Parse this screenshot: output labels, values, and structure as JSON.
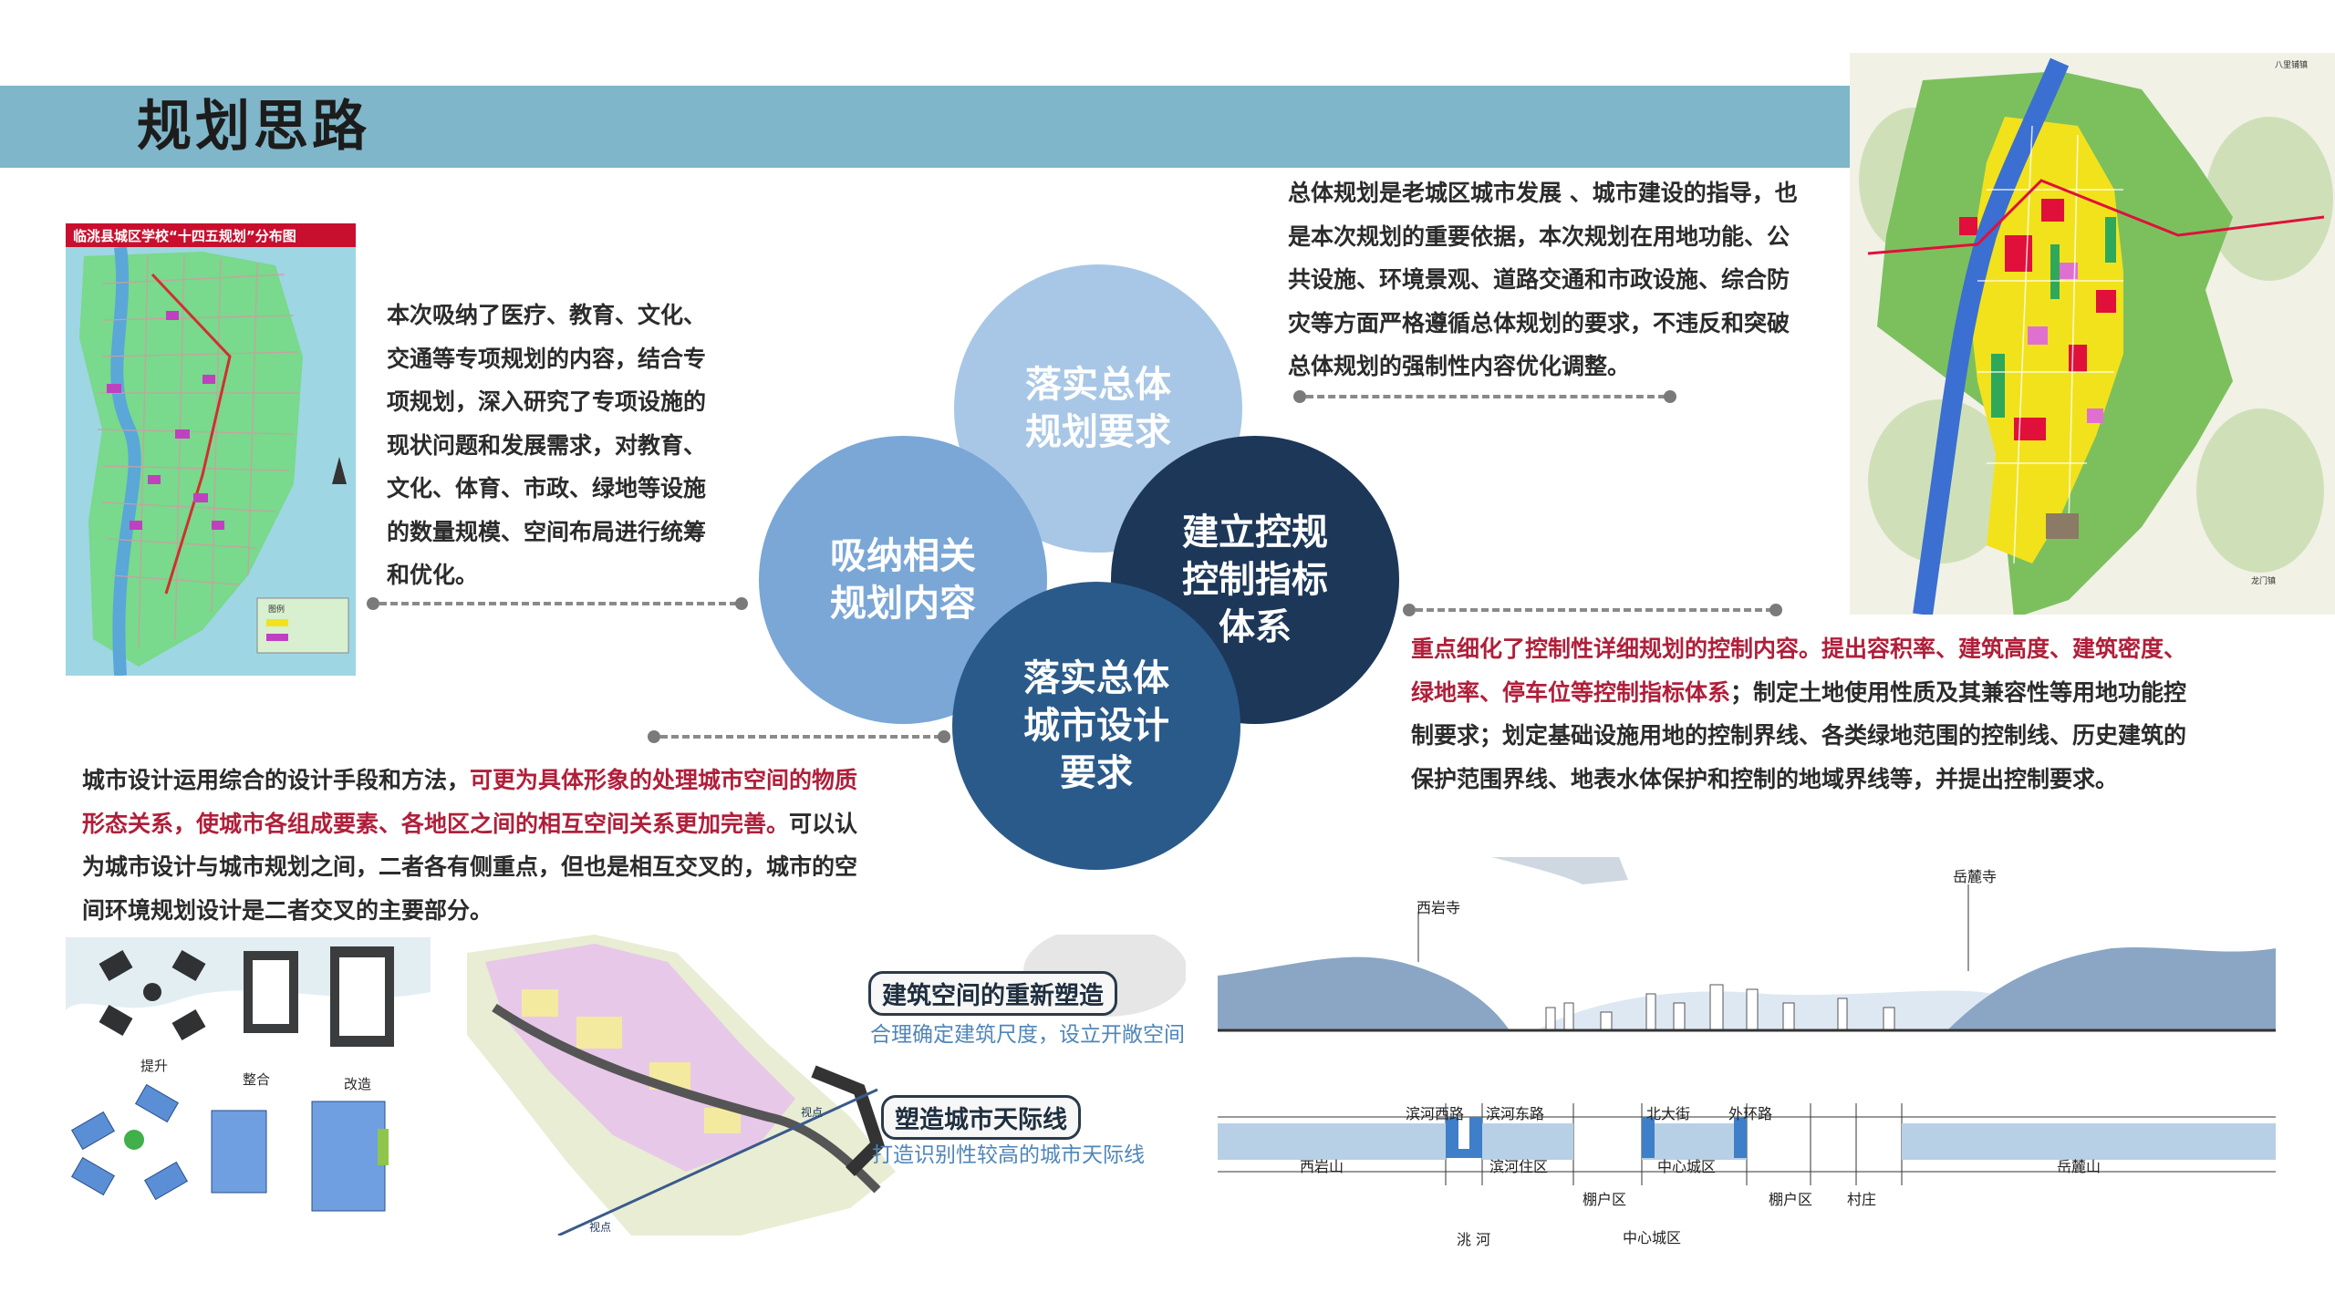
{
  "header": {
    "title": "规划思路"
  },
  "map_left": {
    "title": "临洮县城区学校“十四五规划”分布图",
    "legend_title": "图例"
  },
  "para_left": {
    "lines": [
      "本次吸纳了医疗、教育、文化、",
      "交通等专项规划的内容，结合专",
      "项规划，深入研究了专项设施的",
      "现状问题和发展需求，对教育、",
      "文化、体育、市政、绿地等设施",
      "的数量规模、空间布局进行统筹",
      "和优化。"
    ]
  },
  "para_top_right": {
    "lines": [
      "总体规划是老城区城市发展 、城市建设的指导，也",
      "是本次规划的重要依据，本次规划在用地功能、公",
      "共设施、环境景观、道路交通和市政设施、综合防",
      "灾等方面严格遵循总体规划的要求，不违反和突破",
      "总体规划的强制性内容优化调整。"
    ]
  },
  "para_right": {
    "line1_red": "重点细化了控制性详细规划的控制内容。提出容积率、建筑高度、建筑密度、",
    "line2_red": "绿地率、停车位等控制指标体系",
    "line2_black": "；制定土地使用性质及其兼容性等用地功能控",
    "line3": "制要求；划定基础设施用地的控制界线、各类绿地范围的控制线、历史建筑的",
    "line4": "保护范围界线、地表水体保护和控制的地域界线等，并提出控制要求。"
  },
  "para_bottom_left": {
    "line1_black": "城市设计运用综合的设计手段和方法，",
    "line1_red": "可更为具体形象的处理城市空间的物质",
    "line2_red": "形态关系，使城市各组成要素、各地区之间的相互空间关系更加完善。",
    "line2_black": "可以认",
    "line3": "为城市设计与城市规划之间，二者各有侧重点，但也是相互交叉的，城市的空",
    "line4": "间环境规划设计是二者交叉的主要部分。"
  },
  "circles": {
    "top": {
      "line1": "落实总体",
      "line2": "规划要求",
      "color": "#a8c7e6"
    },
    "left": {
      "line1": "吸纳相关",
      "line2": "规划内容",
      "color": "#7aa7d6"
    },
    "right": {
      "line1": "建立控规",
      "line2": "控制指标",
      "line3": "体系",
      "color": "#1d3758"
    },
    "bottom": {
      "line1": "落实总体",
      "line2": "城市设计",
      "line3": "要求",
      "color": "#2a5a8a"
    }
  },
  "diagrams": {
    "label_1": "提升",
    "label_2": "整合",
    "label_3": "改造"
  },
  "urban_design": {
    "callout1_head": "建筑空间的重新塑造",
    "callout1_sub": "合理确定建筑尺度，设立开敞空间",
    "callout2_head": "塑造城市天际线",
    "callout2_sub": "打造识别性较高的城市天际线",
    "view_point_1": "视点",
    "view_point_2": "视点"
  },
  "section": {
    "peak_left": "西岩寺",
    "peak_right": "岳麓寺",
    "top_labels": [
      "滨河西路",
      "滨河东路",
      "北大街",
      "外环路"
    ],
    "band_labels": [
      "西岩山",
      "滨河住区",
      "中心城区",
      "岳麓山"
    ],
    "bottom_labels": [
      "洮  河",
      "棚户区",
      "中心城区",
      "棚户区",
      "村庄"
    ]
  },
  "map_right": {
    "label_a": "八里铺镇",
    "label_b": "龙门镇"
  }
}
